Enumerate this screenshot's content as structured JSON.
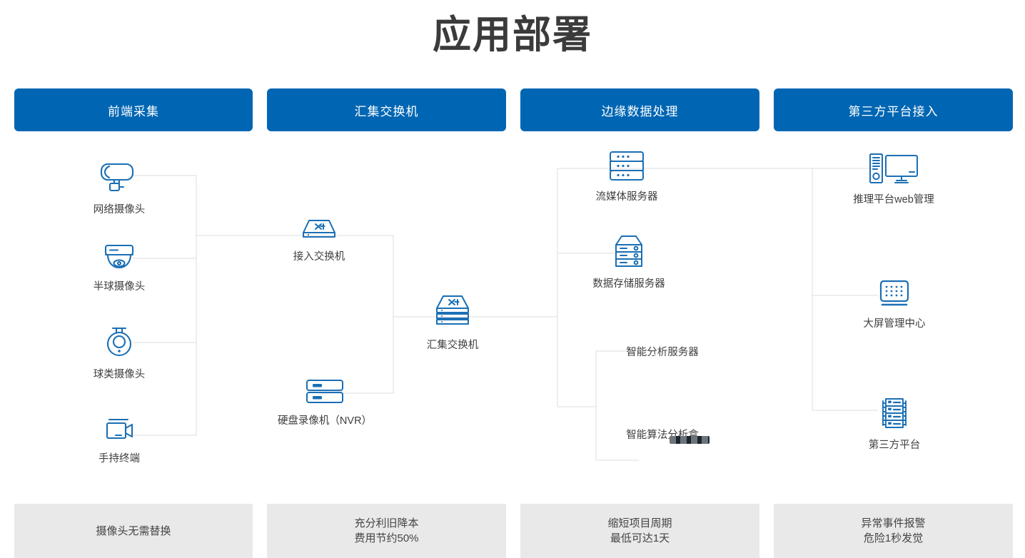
{
  "page": {
    "title": "应用部署",
    "accent_color": "#0066b3",
    "icon_color": "#1a6fb5",
    "wire_color": "#d8d8d8",
    "footer_bg": "#e9e9e9"
  },
  "columns": [
    {
      "header": "前端采集",
      "footer_lines": [
        "摄像头无需替换"
      ],
      "nodes": [
        {
          "label": "网络摄像头",
          "icon": "bullet-camera-icon"
        },
        {
          "label": "半球摄像头",
          "icon": "dome-camera-icon"
        },
        {
          "label": "球类摄像头",
          "icon": "ptz-ball-camera-icon"
        },
        {
          "label": "手持终端",
          "icon": "handheld-camcorder-icon"
        }
      ]
    },
    {
      "header": "汇集交换机",
      "footer_lines": [
        "充分利旧降本",
        "费用节约50%"
      ],
      "nodes": [
        {
          "label": "接入交换机",
          "icon": "network-switch-icon"
        },
        {
          "label": "硬盘录像机（NVR）",
          "icon": "nvr-recorder-icon"
        },
        {
          "label": "汇集交换机",
          "icon": "stacked-switch-icon"
        }
      ]
    },
    {
      "header": "边缘数据处理",
      "footer_lines": [
        "缩短项目周期",
        "最低可达1天"
      ],
      "nodes": [
        {
          "label": "流媒体服务器",
          "icon": "rack-server-icon"
        },
        {
          "label": "数据存储服务器",
          "icon": "storage-server-icon"
        },
        {
          "label": "智能分析服务器",
          "icon": "analysis-server-photo"
        },
        {
          "label": "智能算法分析盒",
          "icon": "algorithm-box-photo"
        }
      ]
    },
    {
      "header": "第三方平台接入",
      "footer_lines": [
        "异常事件报警",
        "危险1秒发觉"
      ],
      "nodes": [
        {
          "label": "推理平台web管理",
          "icon": "desktop-pc-icon"
        },
        {
          "label": "大屏管理中心",
          "icon": "video-wall-icon"
        },
        {
          "label": "第三方平台",
          "icon": "server-rack-icon"
        }
      ]
    }
  ]
}
